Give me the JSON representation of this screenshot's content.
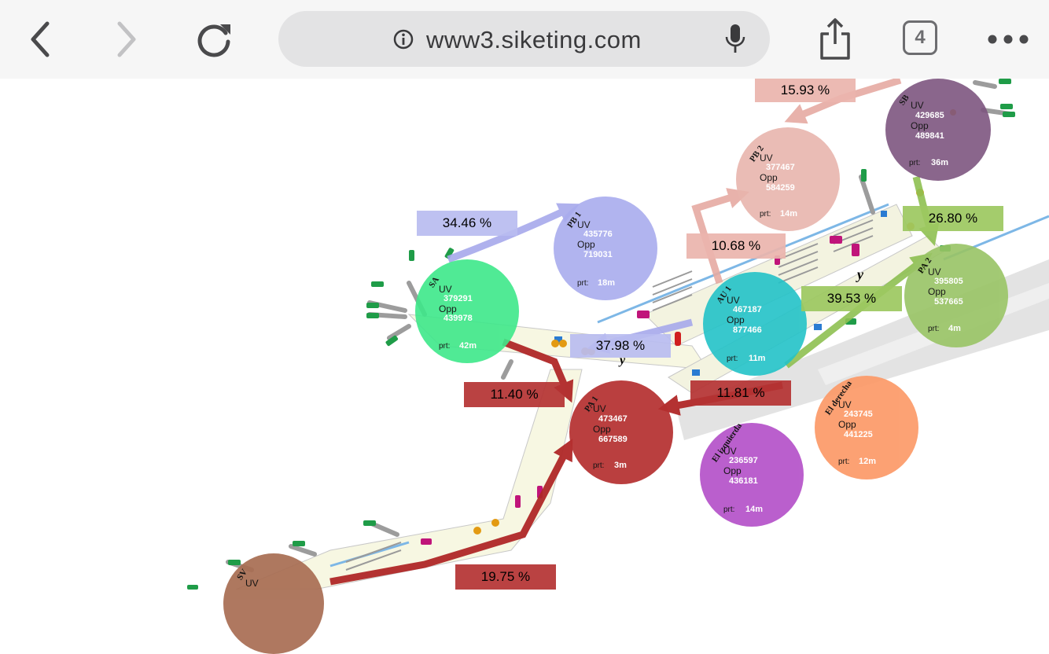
{
  "browser": {
    "url": "www3.siketing.com",
    "tab_count": "4",
    "icons": {
      "back": "chevron-left-icon",
      "forward": "chevron-right-icon",
      "reload": "reload-icon",
      "info": "info-icon",
      "mic": "microphone-icon",
      "share": "share-icon",
      "more": "more-icon"
    }
  },
  "labels": {
    "uv": "UV",
    "opp": "Opp",
    "prt": "prt:"
  },
  "nodes": [
    {
      "name": "SA",
      "uv": "379291",
      "opp": "439978",
      "prt": "42m",
      "color": "#3ee88a"
    },
    {
      "name": "PB 1",
      "uv": "435776",
      "opp": "719031",
      "prt": "18m",
      "color": "#a9acee"
    },
    {
      "name": "PB 2",
      "uv": "377467",
      "opp": "584259",
      "prt": "14m",
      "color": "#e8b5ad"
    },
    {
      "name": "SB",
      "uv": "429685",
      "opp": "489841",
      "prt": "36m",
      "color": "#7e5680"
    },
    {
      "name": "AU 1",
      "uv": "467187",
      "opp": "877466",
      "prt": "11m",
      "color": "#23c3c8"
    },
    {
      "name": "PA 2",
      "uv": "395805",
      "opp": "537665",
      "prt": "4m",
      "color": "#99c465"
    },
    {
      "name": "PA 1",
      "uv": "473467",
      "opp": "667589",
      "prt": "3m",
      "color": "#b52f2f"
    },
    {
      "name": "El izquierda",
      "uv": "236597",
      "opp": "436181",
      "prt": "14m",
      "color": "#b552c9"
    },
    {
      "name": "El derecha",
      "uv": "243745",
      "opp": "441225",
      "prt": "12m",
      "color": "#fc9a68"
    },
    {
      "name": "SV",
      "uv": "",
      "opp": "",
      "prt": "",
      "color": "#a86d52"
    }
  ],
  "percentages": [
    {
      "value": "15.93 %",
      "color": "#eab4ad"
    },
    {
      "value": "34.46 %",
      "color": "#b8bcf0"
    },
    {
      "value": "10.68 %",
      "color": "#eab4ad"
    },
    {
      "value": "26.80 %",
      "color": "#9cc860"
    },
    {
      "value": "39.53 %",
      "color": "#9cc860"
    },
    {
      "value": "37.98 %",
      "color": "#b8bcf0"
    },
    {
      "value": "11.40 %",
      "color": "#b43232"
    },
    {
      "value": "11.81 %",
      "color": "#b43232"
    },
    {
      "value": "19.75 %",
      "color": "#b43232"
    }
  ]
}
